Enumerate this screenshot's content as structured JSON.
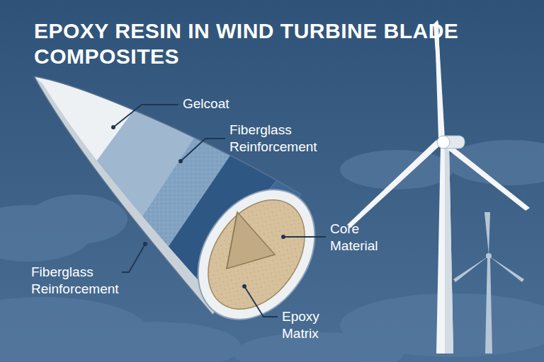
{
  "diagram": {
    "title": "EPOXY RESIN IN WIND TURBINE BLADE COMPOSITES",
    "labels": [
      "Gelcoat",
      "Fiberglass Reinforcement",
      "Core Material",
      "Fiberglass Reinforcement",
      "Epoxy Matrix"
    ]
  }
}
